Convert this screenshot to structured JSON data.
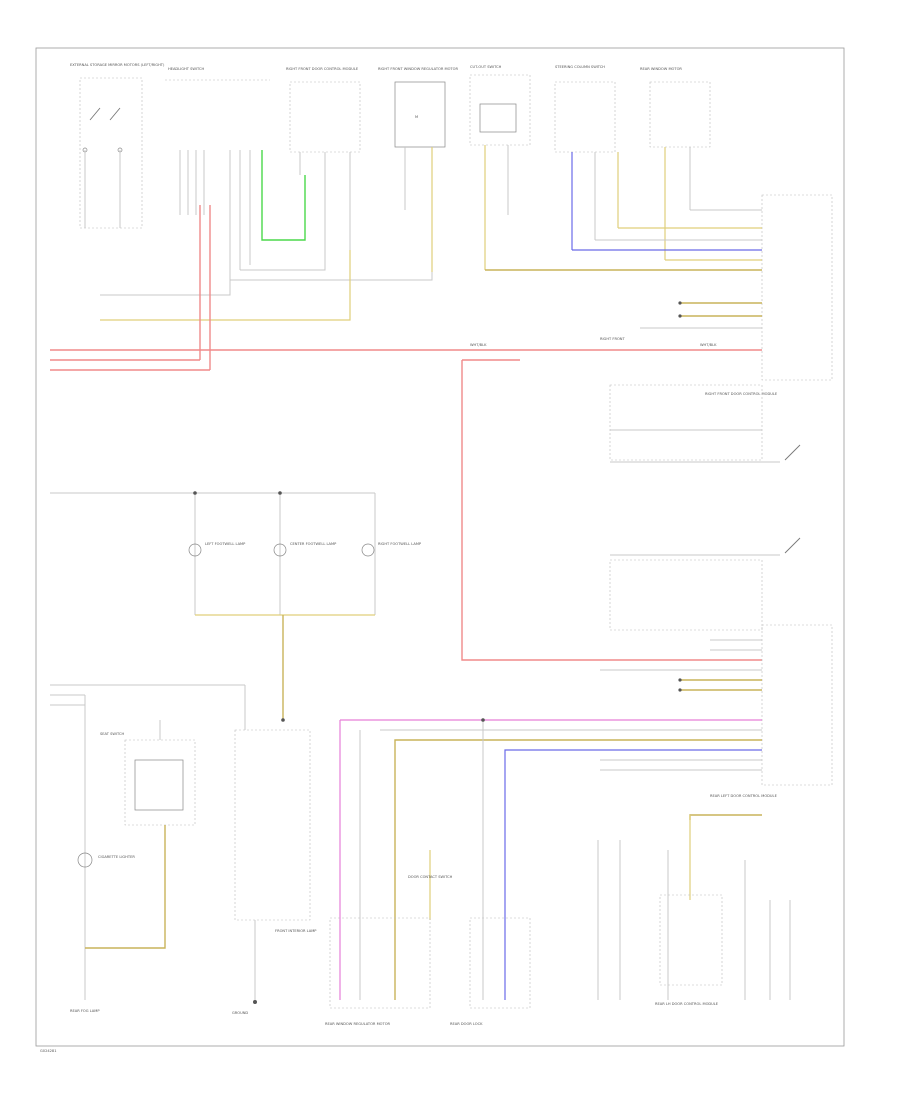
{
  "diagram": {
    "footer_code": "G024281",
    "components": [
      {
        "name": "outside-mirror-switch",
        "label": "EXTERNAL STORAGE MIRROR MOTORS (LEFT/RIGHT)"
      },
      {
        "name": "lh-headlamp-assembly",
        "label": "HEADLIGHT SWITCH"
      },
      {
        "name": "left-front-module",
        "label": "RIGHT FRONT DOOR CONTROL MODULE"
      },
      {
        "name": "right-front-door-module",
        "label": "RIGHT FRONT WINDOW REGULATOR MOTOR"
      },
      {
        "name": "cut-out-switch",
        "label": "CUT-OUT SWITCH"
      },
      {
        "name": "steering-column",
        "label": "STEERING COLUMN SWITCH"
      },
      {
        "name": "rear-window-motor",
        "label": "REAR WINDOW MOTOR"
      },
      {
        "name": "right-front-door-control-module",
        "label": "RIGHT FRONT DOOR CONTROL MODULE"
      },
      {
        "name": "rear-left-module",
        "label": "REAR LEFT DOOR CONTROL MODULE"
      },
      {
        "name": "left-footwell-lamp",
        "label": "LEFT FOOTWELL LAMP"
      },
      {
        "name": "center-footwell-lamp",
        "label": "CENTER FOOTWELL LAMP"
      },
      {
        "name": "right-footwell-lamp",
        "label": "RIGHT FOOTWELL LAMP"
      },
      {
        "name": "seat-switch",
        "label": "SEAT SWITCH"
      },
      {
        "name": "cigarette-lighter",
        "label": "CIGARETTE LIGHTER"
      },
      {
        "name": "rear-fog-lamp",
        "label": "REAR FOG LAMP"
      },
      {
        "name": "front-interior-lamp",
        "label": "FRONT INTERIOR LAMP"
      },
      {
        "name": "door-contact-switch",
        "label": "DOOR CONTACT SWITCH"
      },
      {
        "name": "rear-window-regulator",
        "label": "REAR WINDOW REGULATOR MOTOR"
      },
      {
        "name": "rear-door-lock",
        "label": "REAR DOOR LOCK"
      },
      {
        "name": "rear-lh-door-control",
        "label": "REAR LH DOOR CONTROL MODULE"
      },
      {
        "name": "ground-point",
        "label": "GROUND"
      }
    ]
  }
}
